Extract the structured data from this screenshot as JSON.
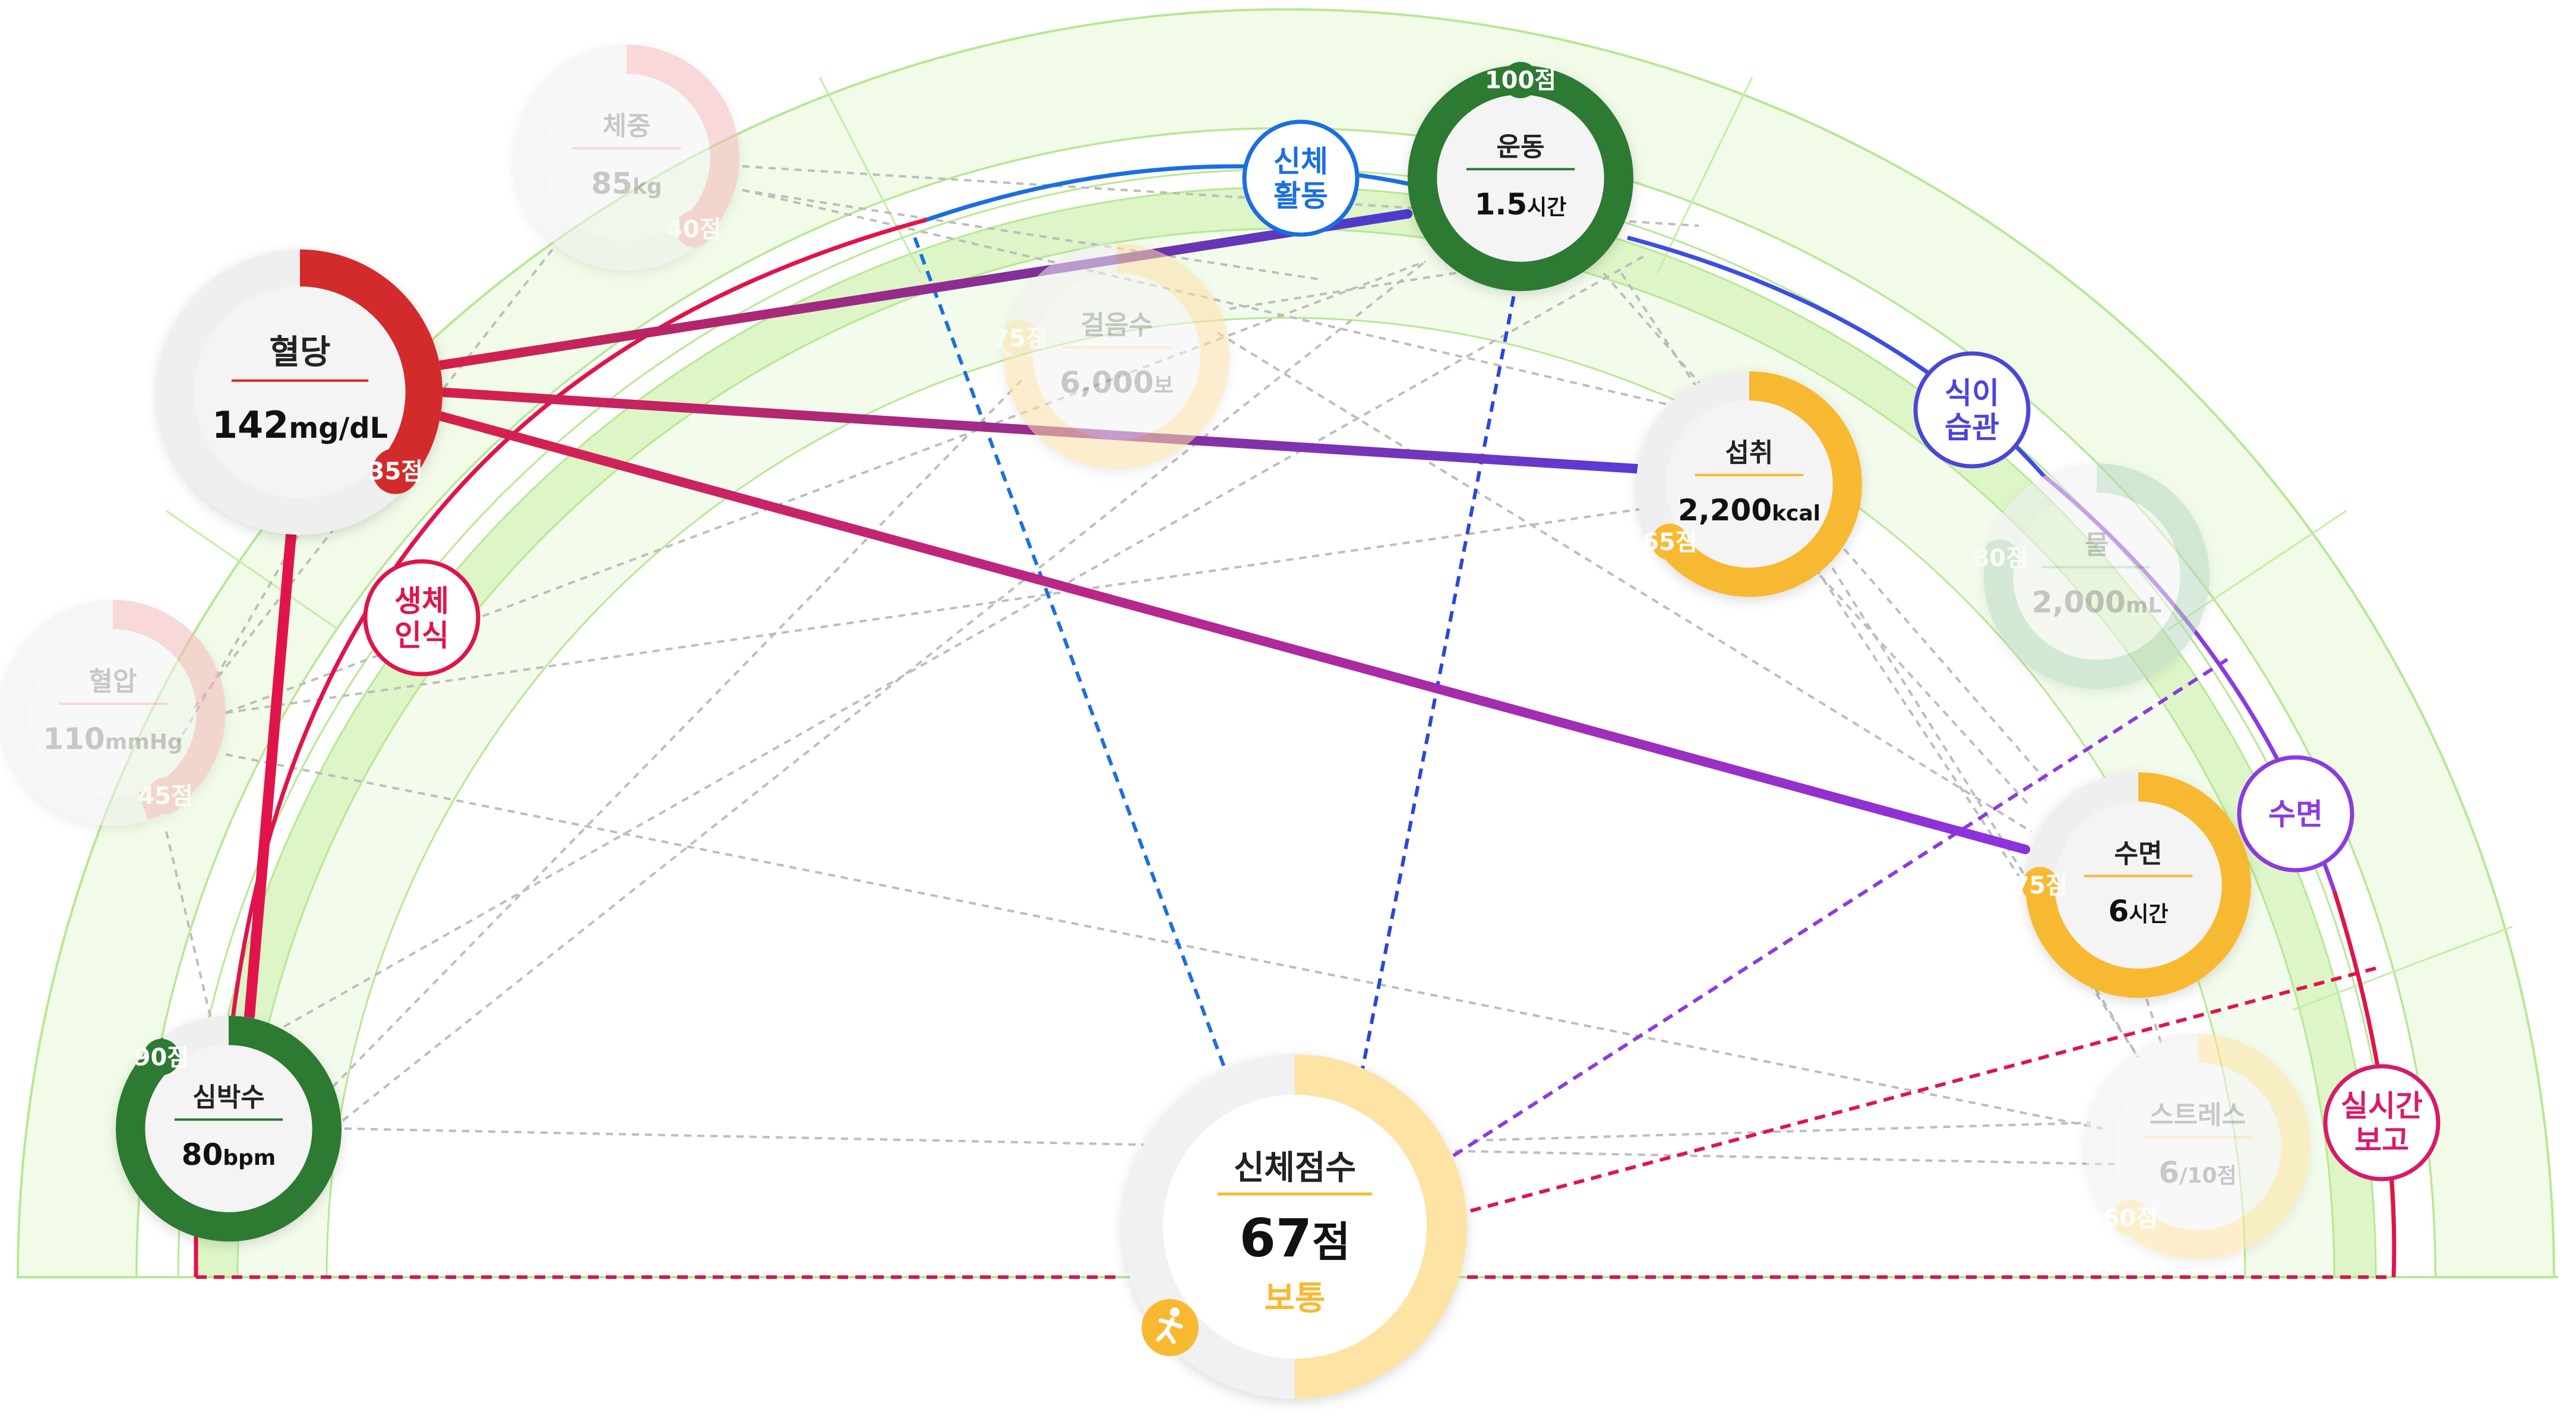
{
  "center": {
    "title": "신체점수",
    "score_num": "67",
    "score_unit": "점",
    "status": "보통",
    "progress": 0.5,
    "color": "#f8b932",
    "light": "#fde3a4"
  },
  "nodes": [
    {
      "id": "weight",
      "label": "체중",
      "num": "85",
      "unit": "kg",
      "badge": "40점",
      "progress": 0.4,
      "color": "#f4b9b9",
      "faded": true
    },
    {
      "id": "glucose",
      "label": "혈당",
      "num": "142",
      "unit": "mg/dL",
      "badge": "35점",
      "progress": 0.35,
      "color": "#d32b2b",
      "faded": false
    },
    {
      "id": "bp",
      "label": "혈압",
      "num": "110",
      "unit": "mmHg",
      "badge": "45점",
      "progress": 0.45,
      "color": "#f4b9b9",
      "faded": true
    },
    {
      "id": "heart",
      "label": "심박수",
      "num": "80",
      "unit": "bpm",
      "badge": "90점",
      "progress": 0.9,
      "color": "#2d7a32",
      "faded": false
    },
    {
      "id": "steps",
      "label": "걸음수",
      "num": "6,000",
      "unit": "보",
      "badge": "75점",
      "progress": 0.75,
      "color": "#fbe0a8",
      "faded": true
    },
    {
      "id": "exercise",
      "label": "운동",
      "num": "1.5",
      "unit": "시간",
      "badge": "100점",
      "progress": 1.0,
      "color": "#2d7a32",
      "faded": false
    },
    {
      "id": "intake",
      "label": "섭취",
      "num": "2,200",
      "unit": "kcal",
      "badge": "65점",
      "progress": 0.65,
      "color": "#f8b932",
      "faded": false
    },
    {
      "id": "water",
      "label": "물",
      "num": "2,000",
      "unit": "mL",
      "badge": "80점",
      "progress": 0.8,
      "color": "#b9d8c2",
      "faded": true
    },
    {
      "id": "sleep",
      "label": "수면",
      "num": "6",
      "unit": "시간",
      "badge": "75점",
      "progress": 0.75,
      "color": "#f8b932",
      "faded": false
    },
    {
      "id": "stress",
      "label": "스트레스",
      "num": "6",
      "unit": "/10점",
      "badge": "60점",
      "progress": 0.6,
      "color": "#fde3a4",
      "faded": true
    }
  ],
  "categories": [
    {
      "id": "bio",
      "text": [
        "생체",
        "인식"
      ],
      "color": "#e0144a"
    },
    {
      "id": "activity",
      "text": [
        "신체",
        "활동"
      ],
      "color": "#1a6fe0"
    },
    {
      "id": "diet",
      "text": [
        "식이",
        "습관"
      ],
      "color": "#4a46d8"
    },
    {
      "id": "sleep",
      "text": [
        "수면"
      ],
      "color": "#8b3be0"
    },
    {
      "id": "report",
      "text": [
        "실시간",
        "보고"
      ],
      "color": "#d81a6b"
    }
  ],
  "colors": {
    "band": "#eefbe3",
    "band_strong": "#dcf5c6",
    "band_line": "#b7e892",
    "connector": "#bcbcbc"
  }
}
